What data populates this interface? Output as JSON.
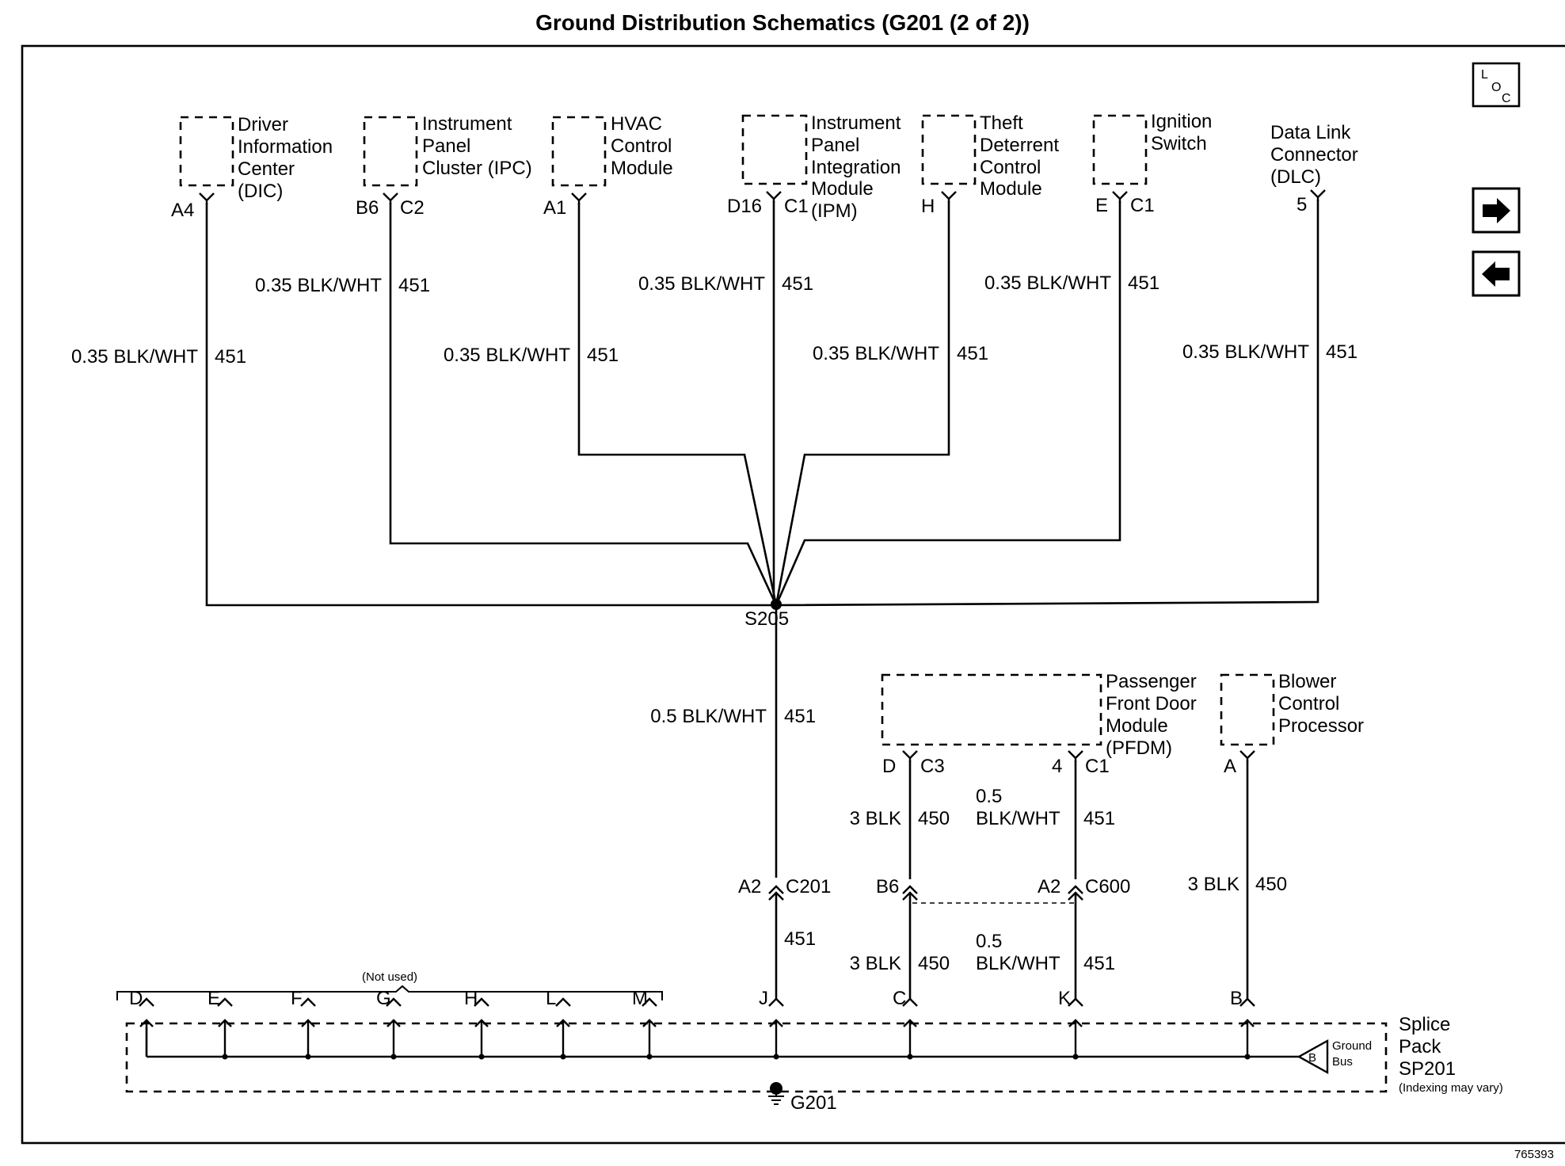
{
  "title": "Ground Distribution Schematics (G201 (2 of 2))",
  "figure_id": "765393",
  "loc_icon": {
    "l": "L",
    "o": "O",
    "c": "C"
  },
  "components": {
    "dic": [
      "Driver",
      "Information",
      "Center",
      "(DIC)"
    ],
    "ipc": [
      "Instrument",
      "Panel",
      "Cluster (IPC)"
    ],
    "hvac": [
      "HVAC",
      "Control",
      "Module"
    ],
    "ipm": [
      "Instrument",
      "Panel",
      "Integration",
      "Module",
      "(IPM)"
    ],
    "theft": [
      "Theft",
      "Deterrent",
      "Control",
      "Module"
    ],
    "ignition": [
      "Ignition",
      "Switch"
    ],
    "dlc": [
      "Data Link",
      "Connector",
      "(DLC)"
    ],
    "pfdm": [
      "Passenger",
      "Front Door",
      "Module",
      "(PFDM)"
    ],
    "blower": [
      "Blower",
      "Control",
      "Processor"
    ]
  },
  "pins": {
    "dic_pin": "A4",
    "ipc_pin": "B6",
    "ipc_conn": "C2",
    "hvac_pin": "A1",
    "ipm_pin": "D16",
    "ipm_conn": "C1",
    "theft_pin": "H",
    "ign_pin": "E",
    "ign_conn": "C1",
    "dlc_pin": "5",
    "pfdm_pin1": "D",
    "pfdm_conn1": "C3",
    "pfdm_pin2": "4",
    "pfdm_conn2": "C1",
    "blower_pin": "A"
  },
  "wires": {
    "w035": "0.35 BLK/WHT",
    "w05": "0.5 BLK/WHT",
    "w05a": "0.5",
    "w05b": "BLK/WHT",
    "w3blk": "3 BLK",
    "c451": "451",
    "c450": "450"
  },
  "splice": {
    "s205": "S205",
    "c201_pin": "A2",
    "c201": "C201",
    "c600_pin_b6": "B6",
    "c600_pin_a2": "A2",
    "c600": "C600",
    "sp_pins": [
      "D",
      "E",
      "F",
      "G",
      "H",
      "L",
      "M",
      "J",
      "C",
      "K",
      "B"
    ],
    "not_used": "(Not used)",
    "ground_bus_b": "B",
    "ground_bus": [
      "Ground",
      "Bus"
    ],
    "splice_pack": [
      "Splice",
      "Pack",
      "SP201"
    ],
    "indexing": "(Indexing may vary)",
    "g201": "G201"
  },
  "nav": {
    "next_icon": "arrow-right-icon",
    "prev_icon": "arrow-left-icon"
  }
}
